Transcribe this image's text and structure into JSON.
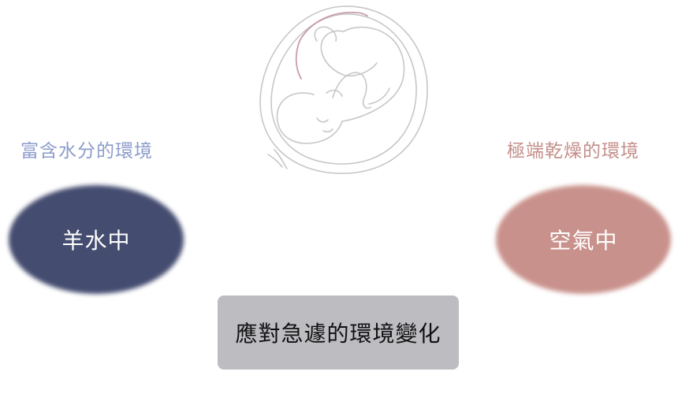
{
  "left": {
    "caption": "富含水分的環境",
    "label": "羊水中"
  },
  "right": {
    "caption": "極端乾燥的環境",
    "label": "空氣中"
  },
  "center": {
    "label": "應對急遽的環境變化"
  },
  "colors": {
    "left_caption": "#8c9ccb",
    "left_blob": "#444c70",
    "right_caption": "#c48f8a",
    "right_blob": "#c9918b",
    "center_box": "#bdbcc1",
    "line_art": "#c7c7c9",
    "uterine_wall": "#c99ca7"
  },
  "icons": {
    "illustration": "fetus-in-womb-icon"
  }
}
